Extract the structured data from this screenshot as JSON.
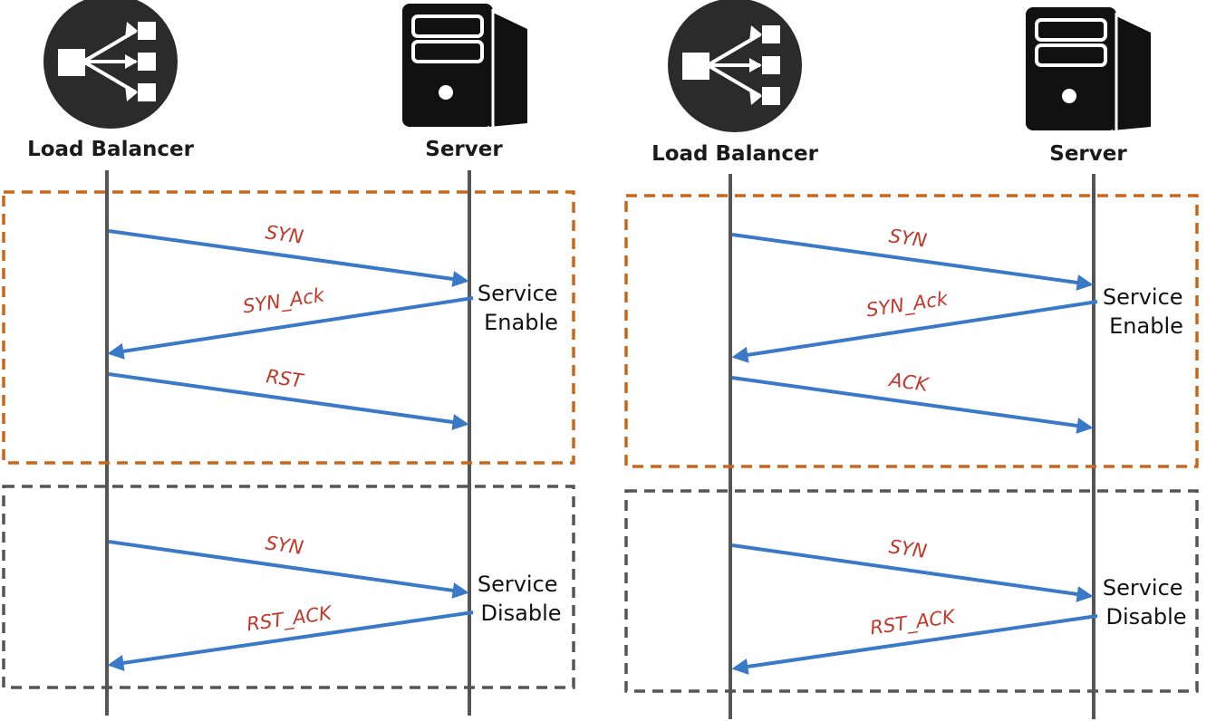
{
  "colors": {
    "lifeline": "#555555",
    "arrow": "#3a78c8",
    "message_text": "#c0392b",
    "enable_box": "#c9661c",
    "disable_box": "#555555",
    "icon": "#1c1c1c"
  },
  "panels": [
    {
      "lb": {
        "label": "Load Balancer",
        "icon": "load-balancer-icon"
      },
      "server": {
        "label": "Server",
        "icon": "server-icon"
      },
      "enable": {
        "state_lines": [
          "Service",
          "Enable"
        ],
        "messages": [
          {
            "label": "SYN",
            "direction": "to-server"
          },
          {
            "label": "SYN_Ack",
            "direction": "to-lb"
          },
          {
            "label": "RST",
            "direction": "to-server"
          }
        ]
      },
      "disable": {
        "state_lines": [
          "Service",
          "Disable"
        ],
        "messages": [
          {
            "label": "SYN",
            "direction": "to-server"
          },
          {
            "label": "RST_ACK",
            "direction": "to-lb"
          }
        ]
      }
    },
    {
      "lb": {
        "label": "Load Balancer",
        "icon": "load-balancer-icon"
      },
      "server": {
        "label": "Server",
        "icon": "server-icon"
      },
      "enable": {
        "state_lines": [
          "Service",
          "Enable"
        ],
        "messages": [
          {
            "label": "SYN",
            "direction": "to-server"
          },
          {
            "label": "SYN_Ack",
            "direction": "to-lb"
          },
          {
            "label": "ACK",
            "direction": "to-server"
          }
        ]
      },
      "disable": {
        "state_lines": [
          "Service",
          "Disable"
        ],
        "messages": [
          {
            "label": "SYN",
            "direction": "to-server"
          },
          {
            "label": "RST_ACK",
            "direction": "to-lb"
          }
        ]
      }
    }
  ]
}
